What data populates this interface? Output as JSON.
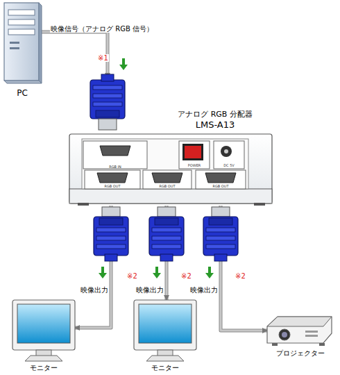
{
  "diagram": {
    "nodes": [
      {
        "text": [
          "PC"
        ]
      },
      {
        "text": [
          "アナログ RGB 分配器",
          "LMS-A13"
        ]
      },
      {
        "text": [
          "モニター"
        ]
      },
      {
        "text": [
          "モニター"
        ]
      },
      {
        "text": [
          "プロジェクター"
        ]
      }
    ],
    "edges": [
      {
        "from": 0,
        "to": 1,
        "arrow": "to"
      },
      {
        "from": 1,
        "to": 2,
        "arrow": "to"
      },
      {
        "from": 1,
        "to": 3,
        "arrow": "to"
      },
      {
        "from": 1,
        "to": 4,
        "arrow": "to"
      }
    ],
    "labels": [
      "映像信号（アナログ RGB 信号）",
      "※1",
      "RGB IN",
      "POWER",
      "DC 5V",
      "RGB OUT",
      "RGB OUT",
      "RGB OUT",
      "映像出力",
      "※2",
      "映像出力",
      "※2",
      "映像出力",
      "※2"
    ]
  }
}
